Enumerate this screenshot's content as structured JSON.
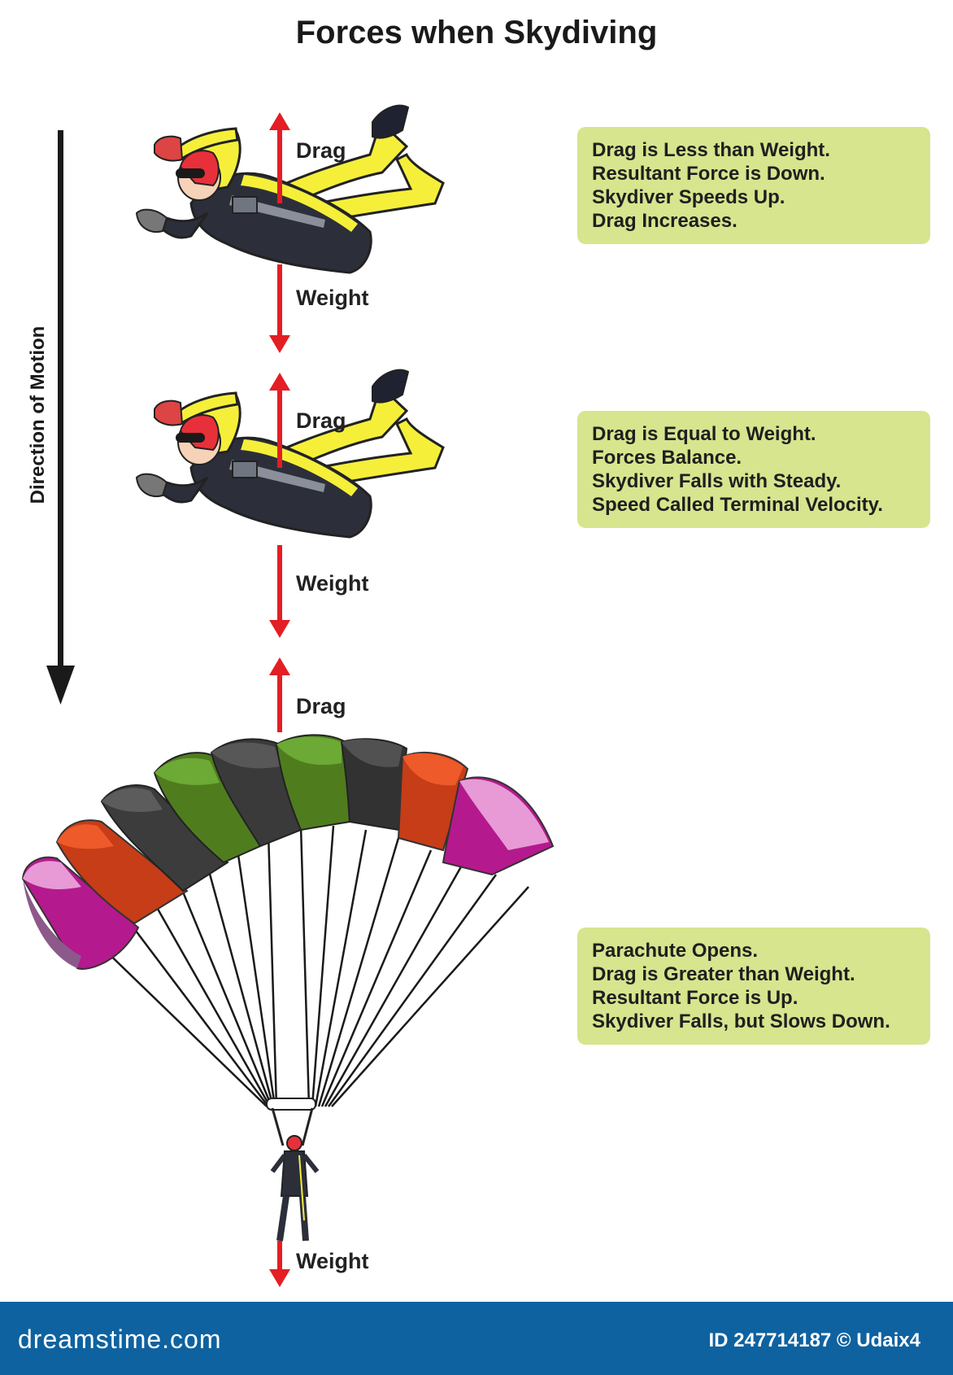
{
  "title": "Forces when Skydiving",
  "motion_label": "Direction of Motion",
  "stages": [
    {
      "drag_label": "Drag",
      "weight_label": "Weight",
      "lines": [
        "Drag is Less than Weight.",
        "Resultant Force is Down.",
        "Skydiver Speeds Up.",
        "Drag Increases."
      ]
    },
    {
      "drag_label": "Drag",
      "weight_label": "Weight",
      "lines": [
        "Drag is Equal to Weight.",
        "Forces Balance.",
        "Skydiver Falls with Steady.",
        "Speed Called Terminal Velocity."
      ]
    },
    {
      "drag_label": "Drag",
      "weight_label": "Weight",
      "lines": [
        "Parachute Opens.",
        "Drag is Greater than Weight.",
        "Resultant Force is Up.",
        "Skydiver Falls, but Slows Down."
      ]
    }
  ],
  "footer": {
    "brand": "dreamstime.com",
    "credit": "ID 247714187 © Udaix4"
  },
  "colors": {
    "force_arrow": "#e31e24",
    "info_box": "#d6e58e",
    "suit_yellow": "#f5ef3a",
    "suit_dark": "#2c2f3a",
    "helmet": "#e8303a",
    "footer": "#0e62a0"
  }
}
